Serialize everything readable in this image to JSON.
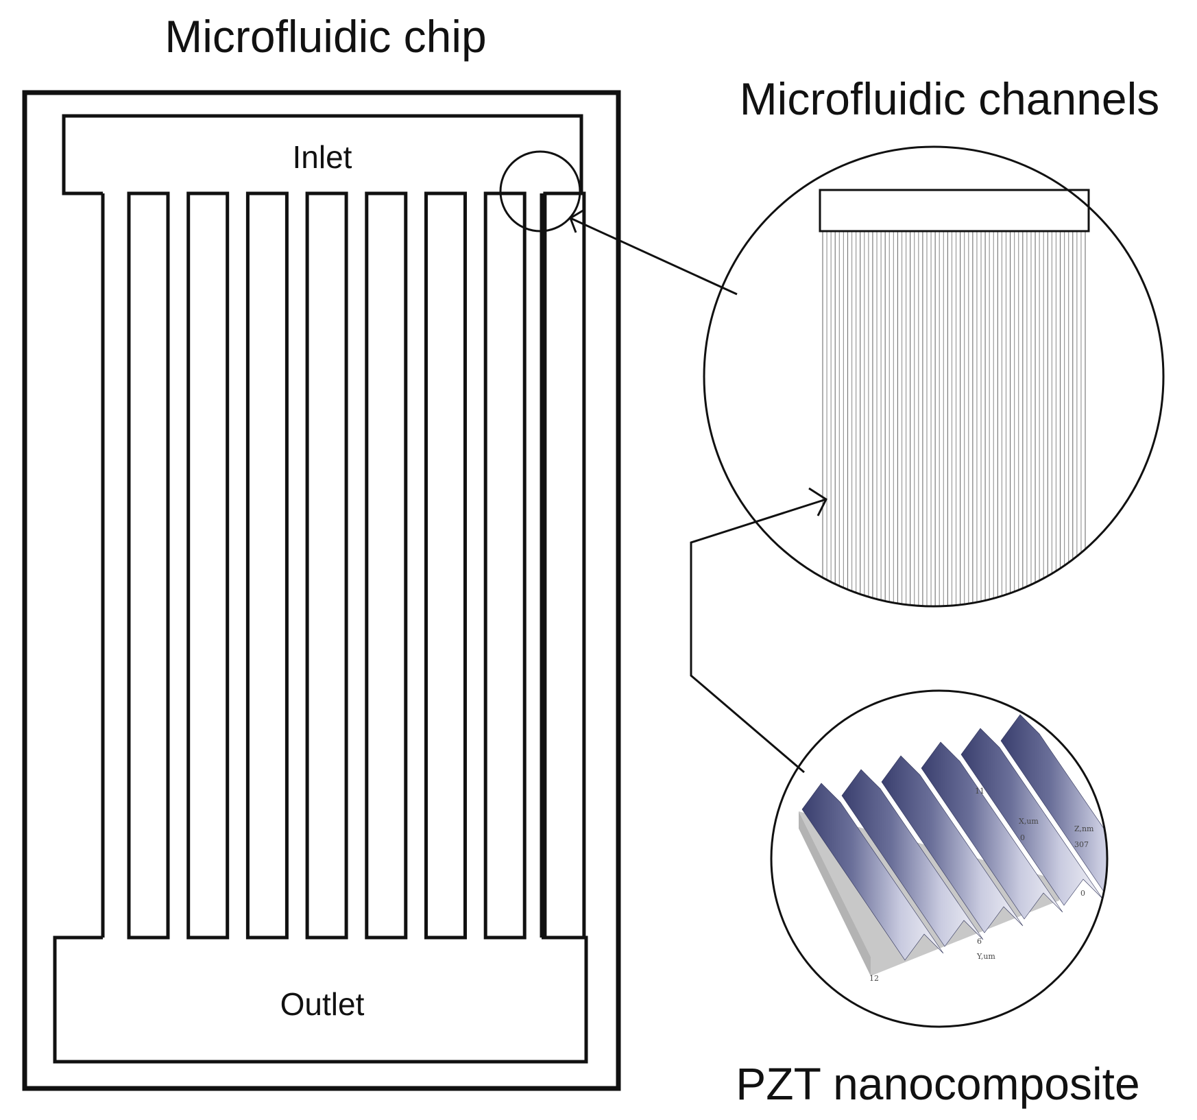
{
  "labels": {
    "chip_title": "Microfluidic chip",
    "channels_title": "Microfluidic channels",
    "nano_title": "PZT nanocomposite",
    "inlet": "Inlet",
    "outlet": "Outlet"
  },
  "afm_axes": {
    "x_label": "X,um",
    "y_label": "Y,um",
    "z_label": "Z,nm",
    "x_tick_max": "11",
    "x_tick_zero": "0",
    "y_tick_mid": "6",
    "y_tick_max": "12",
    "z_tick_max": "307",
    "z_tick_zero": "0"
  },
  "chip": {
    "channel_count": 8,
    "zoom_line_count": 64
  },
  "colors": {
    "stroke": "#111111",
    "fine_lines": "#9a9a9a",
    "ridge_dark": "#3a3f6e",
    "ridge_light": "#e8e9f2",
    "base_gray": "#c8c8c8"
  }
}
